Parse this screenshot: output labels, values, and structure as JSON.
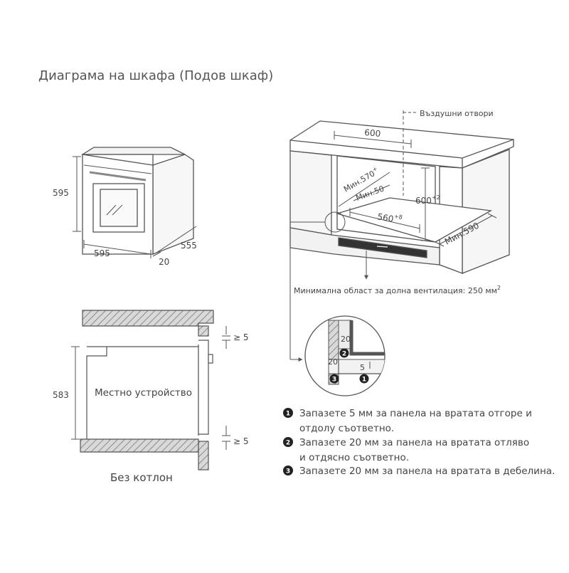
{
  "title": "Диаграма на шкафа (Подов шкаф)",
  "oven": {
    "height": "595",
    "width": "595",
    "depth": "555",
    "door": "20"
  },
  "cabinet": {
    "air_vents": "Въздушни отвори",
    "width": "600",
    "min_height_label": "Мин.570",
    "min_height_sup": "+",
    "min50": "Мин.50",
    "height": "600",
    "height_sup": "+2",
    "inner_width": "560",
    "inner_width_sup": "+8",
    "min_depth": "Мин.590",
    "ventilation": "Минимална област за долна вентилация:  250 мм",
    "ventilation_sup": "2"
  },
  "detail": {
    "d20a": "20",
    "d20b": "20",
    "d5": "5",
    "badge1": "1",
    "badge2": "2",
    "badge3": "3"
  },
  "section": {
    "height": "583",
    "gap_top": "≥ 5",
    "gap_bottom": "≥ 5",
    "label": "Местно устройство",
    "caption": "Без котлон"
  },
  "notes": [
    {
      "num": "1",
      "line1": "Запазете 5 мм за панела на вратата отгоре и",
      "line2": "отдолу съответно."
    },
    {
      "num": "2",
      "line1": "Запазете 20 мм за панела на вратата отляво",
      "line2": "и отдясно съответно."
    },
    {
      "num": "3",
      "line1": "Запазете 20 мм за панела на вратата в дебелина.",
      "line2": ""
    }
  ]
}
